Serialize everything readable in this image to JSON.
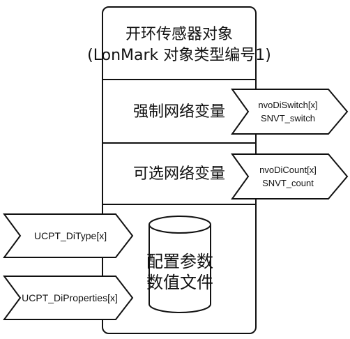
{
  "object_box": {
    "title_line1": "开环传感器对象",
    "title_line2": "(LonMark  对象类型编号1)"
  },
  "sections": {
    "mandatory_label": "强制网络变量",
    "optional_label": "可选网络变量"
  },
  "outputs": {
    "switch": {
      "line1": "nvoDiSwitch[x]",
      "line2": "SNVT_switch"
    },
    "count": {
      "line1": "nvoDiCount[x]",
      "line2": "SNVT_count"
    }
  },
  "inputs": {
    "type": "UCPT_DiType[x]",
    "properties": "UCPT_DiProperties[x]"
  },
  "config_file": {
    "line1": "配置参数",
    "line2": "数值文件"
  }
}
